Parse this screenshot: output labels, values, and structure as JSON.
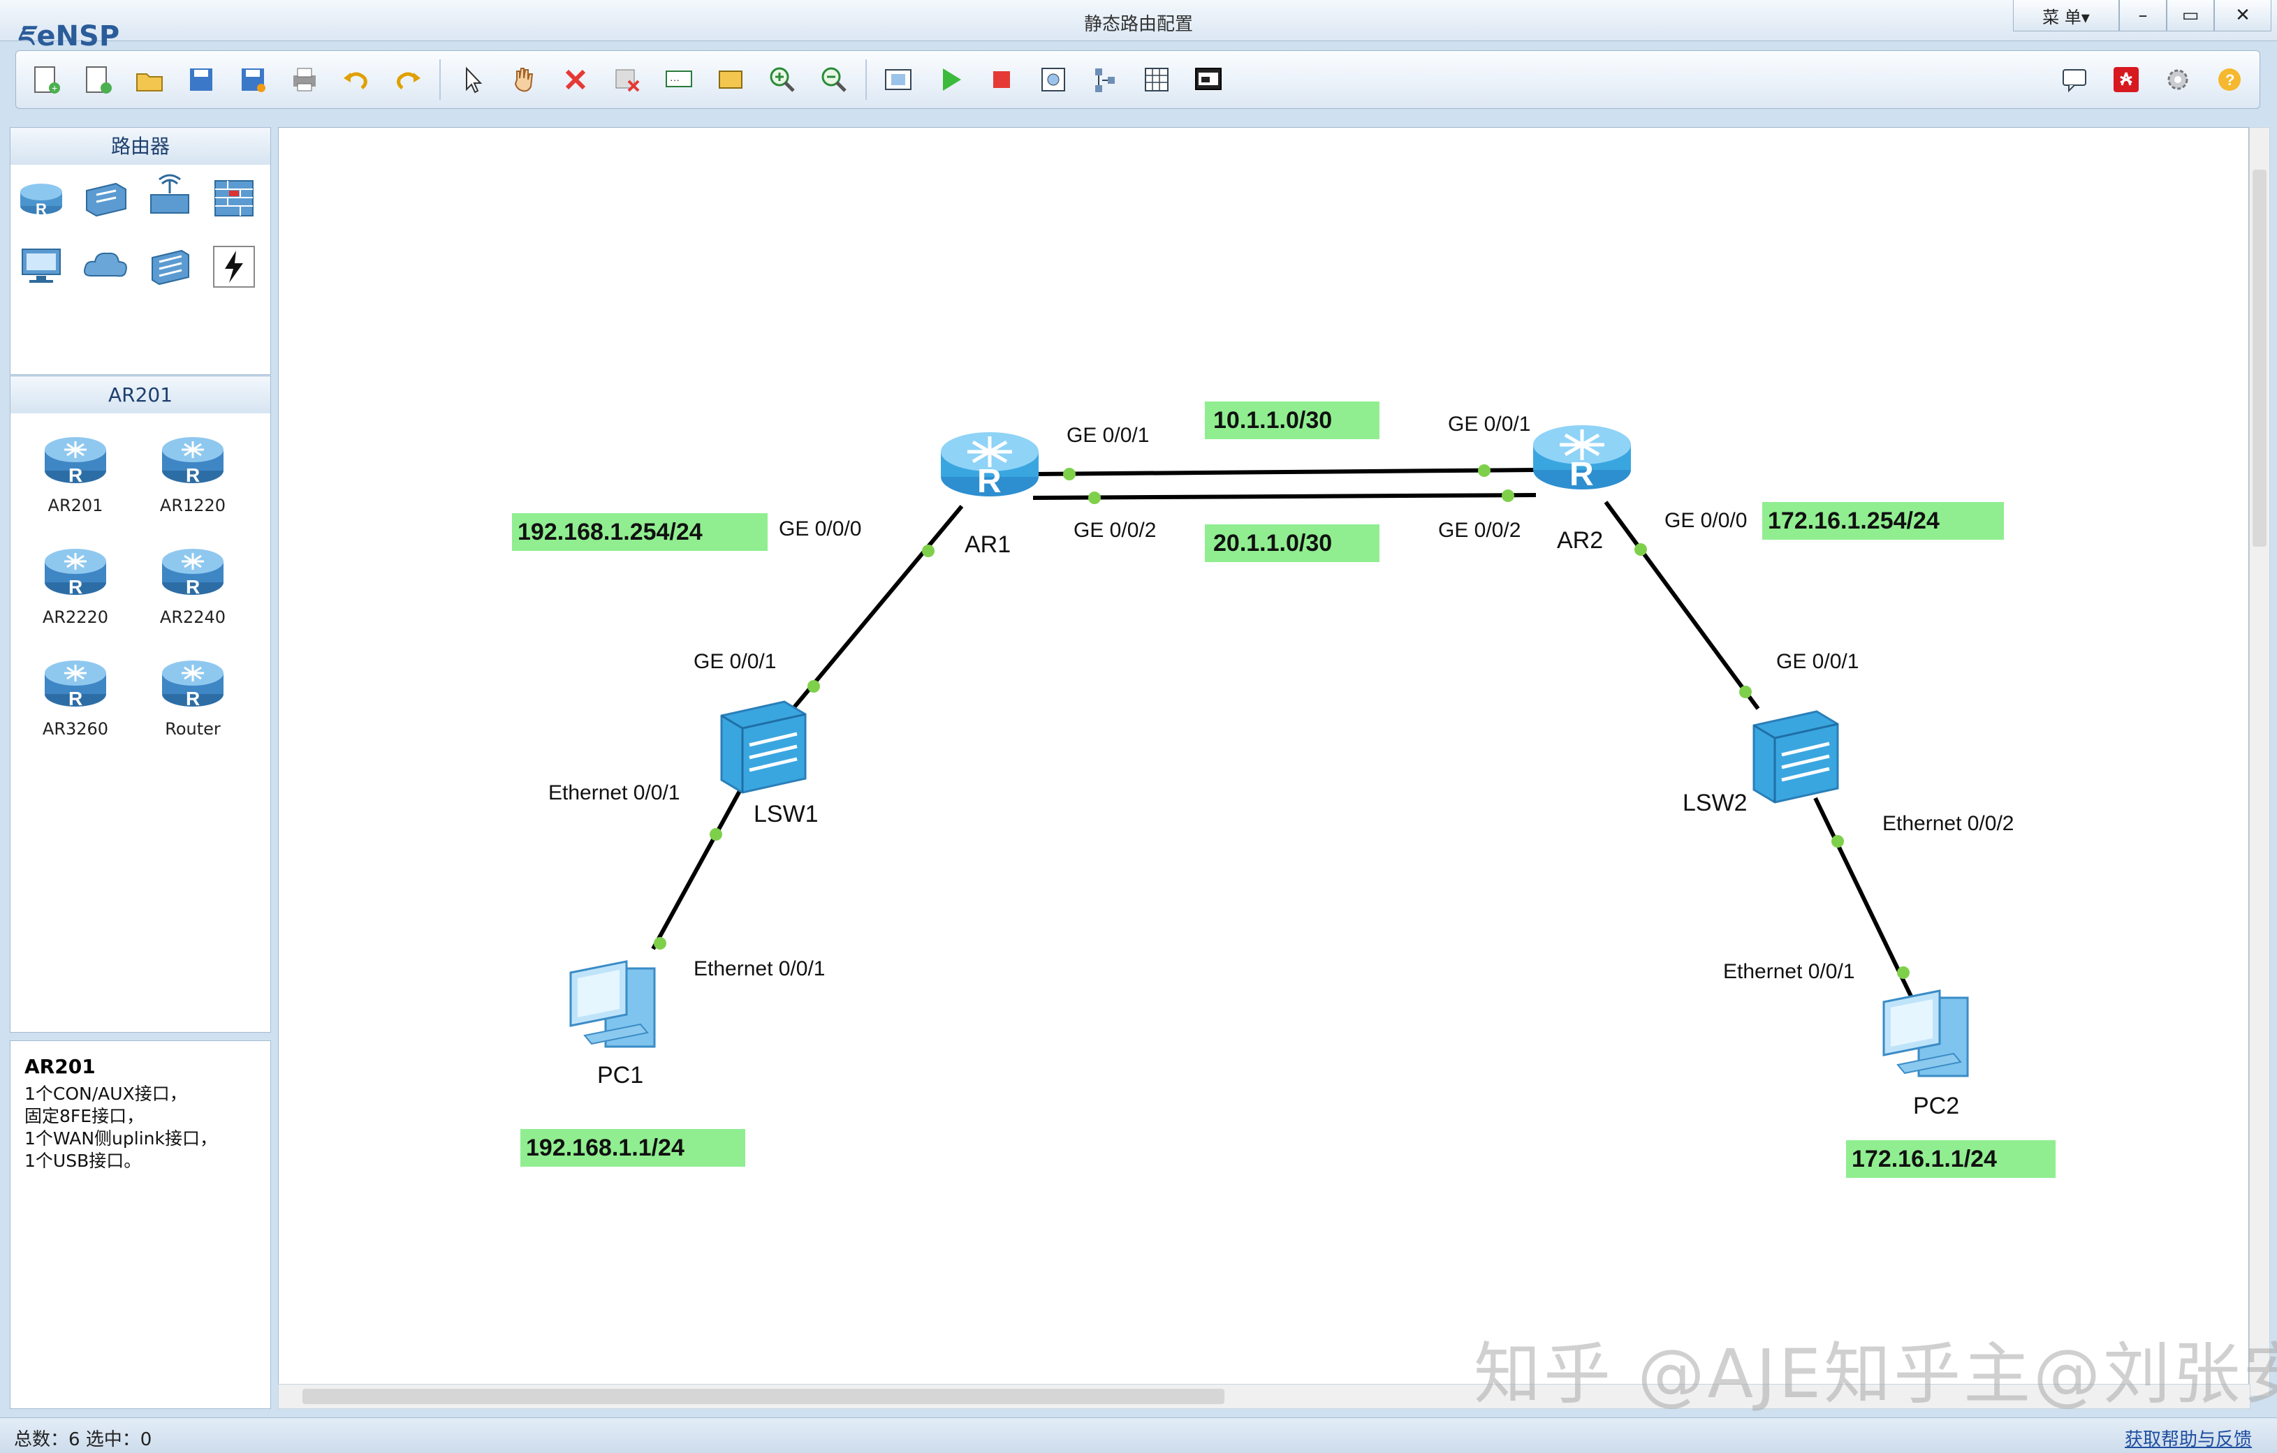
{
  "app": {
    "name": "eNSP",
    "window_title": "静态路由配置"
  },
  "window_controls": {
    "menu_label": "菜 单▾",
    "minimize": "–",
    "maximize": "▭",
    "close": "✕"
  },
  "toolbar": {
    "left_icons": [
      "new-topology-icon",
      "new-example-icon",
      "open-icon",
      "save-icon",
      "save-as-icon",
      "print-icon",
      "undo-icon",
      "redo-icon",
      "select-pointer-icon",
      "hand-drag-icon",
      "delete-icon",
      "delete-link-icon",
      "text-icon",
      "area-icon",
      "zoom-in-icon",
      "zoom-out-icon",
      "fit-icon",
      "start-device-icon",
      "stop-device-icon",
      "capture-icon",
      "topology-icon",
      "grid-icon",
      "cli-icon"
    ],
    "right_icons": [
      "message-icon",
      "huawei-logo-icon",
      "settings-gear-icon",
      "help-icon"
    ]
  },
  "left_panel": {
    "category_title": "路由器",
    "category_icons": [
      "router-category-icon",
      "switch-category-icon",
      "wireless-category-icon",
      "firewall-category-icon",
      "pc-category-icon",
      "cloud-category-icon",
      "other-device-icon",
      "connection-icon"
    ],
    "model_title": "AR201",
    "models": [
      "AR201",
      "AR1220",
      "AR2220",
      "AR2240",
      "AR3260",
      "Router"
    ],
    "description": {
      "title": "AR201",
      "lines": [
        "1个CON/AUX接口，",
        "固定8FE接口，",
        "1个WAN侧uplink接口，",
        "1个USB接口。"
      ]
    }
  },
  "topology": {
    "devices": {
      "ar1": "AR1",
      "ar2": "AR2",
      "lsw1": "LSW1",
      "lsw2": "LSW2",
      "pc1": "PC1",
      "pc2": "PC2"
    },
    "port_labels": {
      "ar1_ge001": "GE 0/0/1",
      "ar1_ge002": "GE 0/0/2",
      "ar1_ge000": "GE 0/0/0",
      "ar2_ge001": "GE 0/0/1",
      "ar2_ge002": "GE 0/0/2",
      "ar2_ge000": "GE 0/0/0",
      "lsw1_ge001": "GE 0/0/1",
      "lsw1_eth001": "Ethernet 0/0/1",
      "pc1_eth001": "Ethernet 0/0/1",
      "lsw2_ge001": "GE 0/0/1",
      "lsw2_eth002": "Ethernet 0/0/2",
      "pc2_eth001": "Ethernet 0/0/1"
    },
    "ip_tags": {
      "link1": "10.1.1.0/30",
      "link2": "20.1.1.0/30",
      "ar1_lan": "192.168.1.254/24",
      "ar2_lan": "172.16.1.254/24",
      "pc1": "192.168.1.1/24",
      "pc2": "172.16.1.1/24"
    },
    "colors": {
      "ip_tag_bg": "#90ee90",
      "port_dot": "#7ed04b",
      "link": "#000000",
      "router_blue": "#3aa6e0"
    }
  },
  "statusbar": {
    "left": "总数：6  选中：0",
    "right": "获取帮助与反馈"
  },
  "watermark": "知乎 @AJE知乎主@刘张安"
}
